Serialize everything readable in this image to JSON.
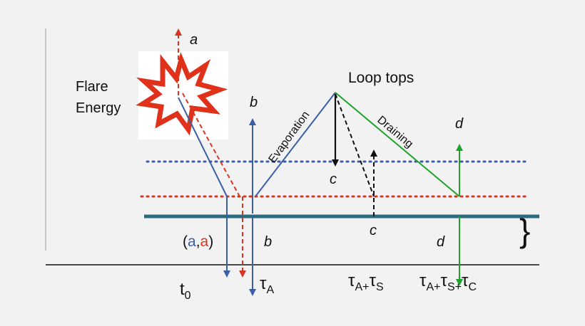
{
  "labels": {
    "flare_line1": "Flare",
    "flare_line2": "Energy",
    "loop_tops": "Loop tops",
    "evaporation": "Evaporation",
    "draining": "Draining",
    "a_top": "a",
    "b_top": "b",
    "c_top": "c",
    "d_top": "d",
    "pair_open": "(",
    "pair_a_blue": "a",
    "pair_comma": ",",
    "pair_a_red": "a",
    "pair_close": ")",
    "b_bottom": "b",
    "c_bottom": "c",
    "d_bottom": "d",
    "brace": "}"
  },
  "time_labels": {
    "t0_main": "t",
    "t0_sub": "0",
    "tauA_main": "τ",
    "tauA_sub": "A",
    "tauAS_main1": "τ",
    "tauAS_sub1": "A+",
    "tauAS_main2": "τ",
    "tauAS_sub2": "S",
    "tauASC_main1": "τ",
    "tauASC_sub1": "A+",
    "tauASC_main2": "τ",
    "tauASC_sub2": "S+",
    "tauASC_main3": "τ",
    "tauASC_sub3": "C"
  },
  "colors": {
    "blue": "#3a5fa8",
    "red": "#d9341f",
    "green": "#1fa32a",
    "black": "#111111",
    "teal": "#2f6b7e",
    "axis": "#111111",
    "flare_fill": "#ffffff",
    "flare_stroke": "#e0321b"
  }
}
